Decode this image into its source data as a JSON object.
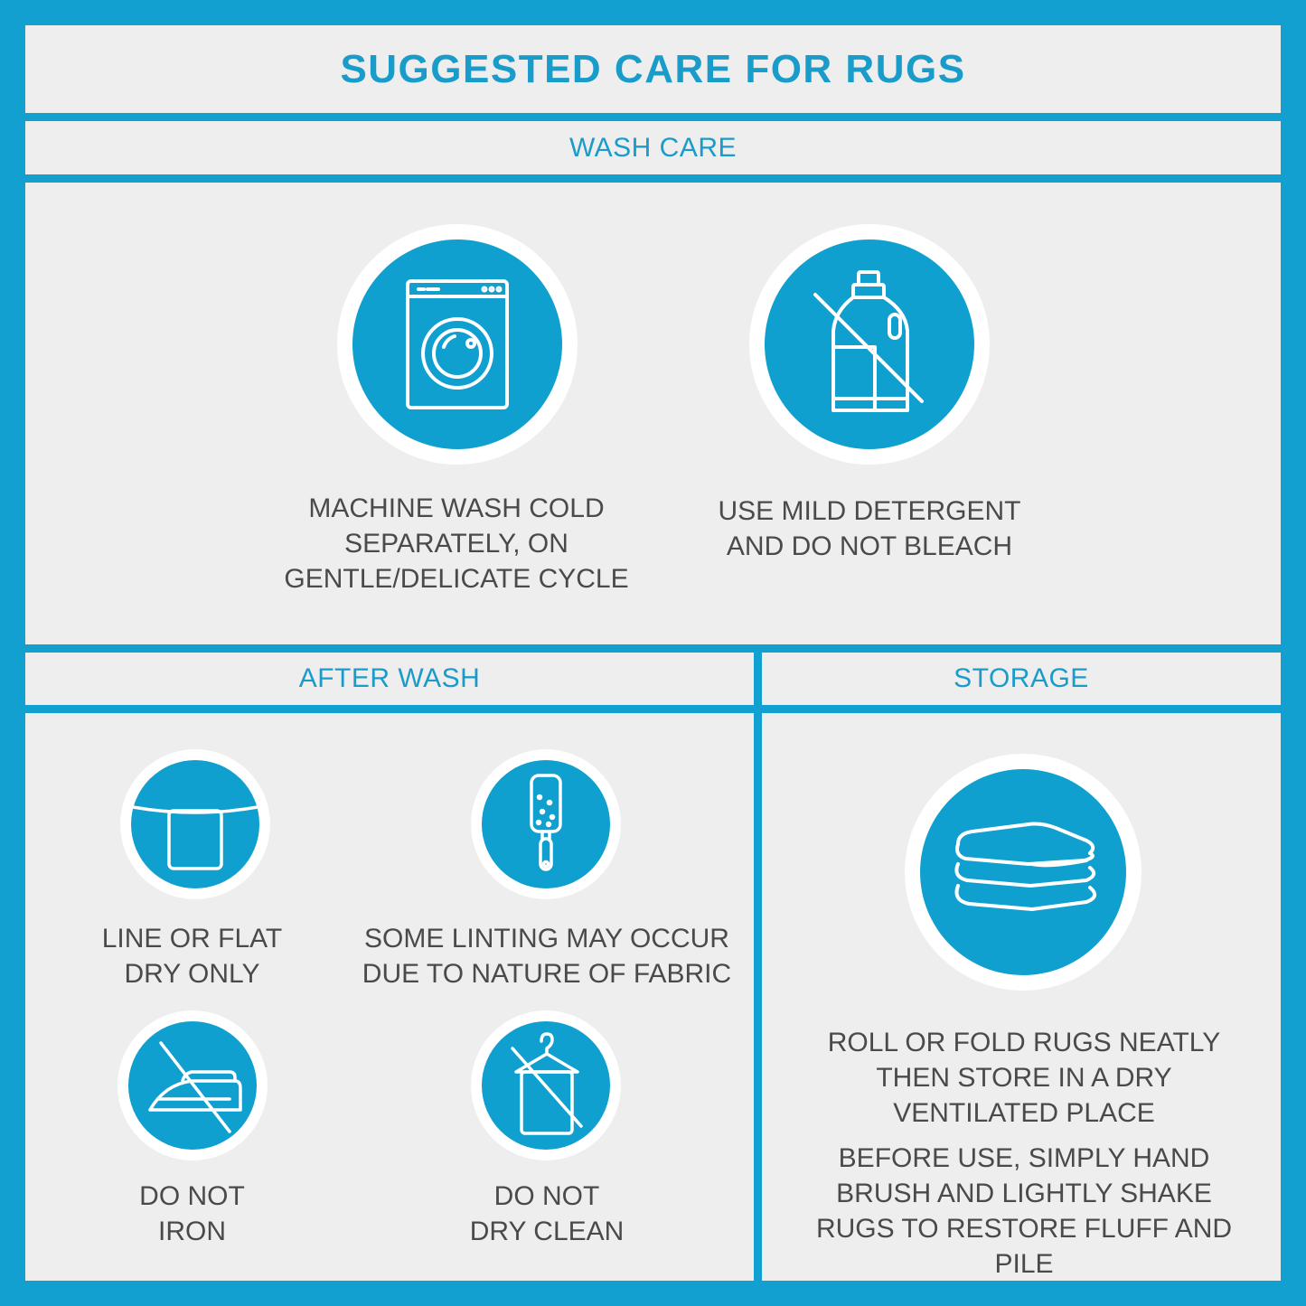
{
  "title": "SUGGESTED CARE FOR RUGS",
  "sections": {
    "wash_care": {
      "heading": "WASH CARE",
      "items": [
        {
          "icon": "washing-machine-icon",
          "caption": "MACHINE WASH COLD\nSEPARATELY, ON\nGENTLE/DELICATE CYCLE"
        },
        {
          "icon": "no-bleach-icon",
          "caption": "USE MILD DETERGENT\nAND DO NOT BLEACH"
        }
      ]
    },
    "after_wash": {
      "heading": "AFTER WASH",
      "items": [
        {
          "icon": "line-dry-icon",
          "caption": "LINE OR FLAT\nDRY ONLY"
        },
        {
          "icon": "lint-roller-icon",
          "caption": "SOME LINTING MAY OCCUR\nDUE TO NATURE OF FABRIC"
        },
        {
          "icon": "no-iron-icon",
          "caption": "DO NOT\nIRON"
        },
        {
          "icon": "no-dry-clean-icon",
          "caption": "DO NOT\nDRY CLEAN"
        }
      ]
    },
    "storage": {
      "heading": "STORAGE",
      "items": [
        {
          "icon": "folded-towels-icon",
          "caption": "ROLL OR FOLD RUGS NEATLY\nTHEN STORE IN A DRY\nVENTILATED PLACE"
        },
        {
          "caption": "BEFORE USE, SIMPLY HAND\nBRUSH AND LIGHTLY SHAKE\nRUGS TO RESTORE FLUFF AND PILE"
        }
      ]
    }
  },
  "colors": {
    "accent": "#0fa0cf",
    "frame": "#12a0d0",
    "panel": "#eeeeee",
    "text": "#4a4a4a",
    "heading": "#1a9ccb"
  }
}
